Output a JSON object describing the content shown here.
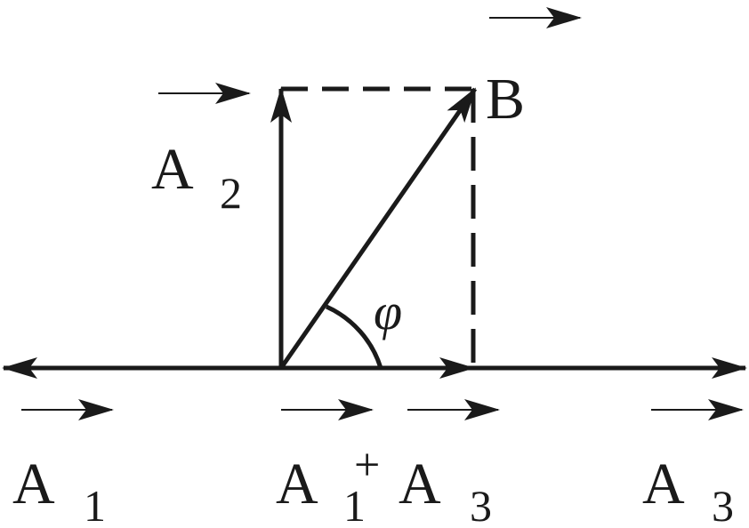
{
  "labels": {
    "a1": {
      "letter": "A",
      "subscript": "1"
    },
    "a2": {
      "letter": "A",
      "subscript": "2"
    },
    "a3": {
      "letter": "A",
      "subscript": "3"
    },
    "sum": {
      "letter1": "A",
      "subscript1": "1",
      "plus": "+",
      "letter2": "A",
      "subscript2": "3"
    },
    "b": {
      "letter": "B"
    },
    "angle": "φ"
  },
  "colors": {
    "ink": "#1a1a1a",
    "background": "#ffffff"
  }
}
